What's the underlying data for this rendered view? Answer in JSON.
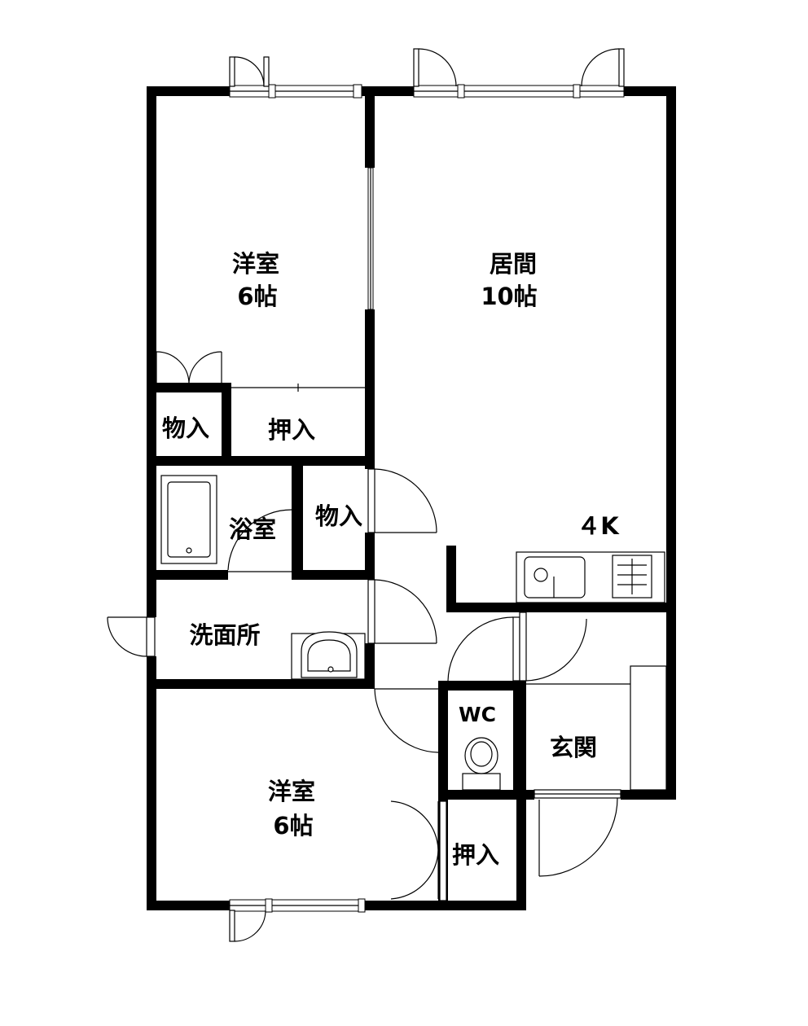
{
  "rooms": {
    "western_room_1": {
      "name": "洋室",
      "size": "6帖"
    },
    "living_room": {
      "name": "居間",
      "size": "10帖"
    },
    "storage_1": {
      "label": "物入"
    },
    "closet_1": {
      "label": "押入"
    },
    "bathroom": {
      "label": "浴室"
    },
    "storage_2": {
      "label": "物入"
    },
    "kitchen": {
      "label": "４K"
    },
    "washroom": {
      "label": "洗面所"
    },
    "toilet": {
      "label": "WC"
    },
    "entrance": {
      "label": "玄関"
    },
    "western_room_2": {
      "name": "洋室",
      "size": "6帖"
    },
    "closet_2": {
      "label": "押入"
    }
  }
}
